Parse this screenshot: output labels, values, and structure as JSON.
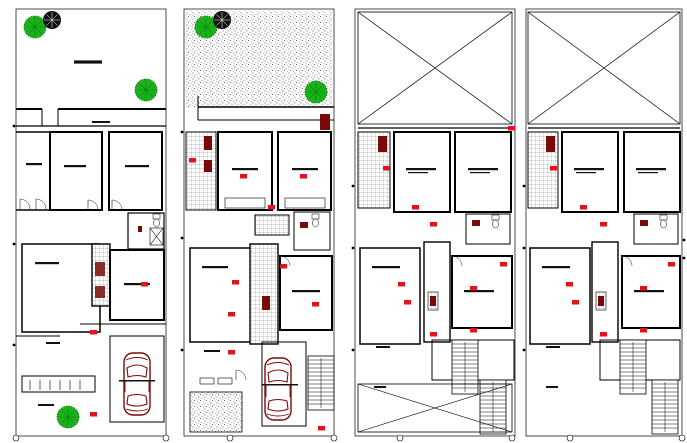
{
  "drawing": {
    "background": "#ffffff",
    "line_color": "#111111",
    "wall_color": "#000000",
    "accent_red": "#e8101a",
    "dark_red": "#7a0a0a",
    "tree_green": "#19b319",
    "plans": [
      {
        "id": "plan-1",
        "kind": "ground-floor-site"
      },
      {
        "id": "plan-2",
        "kind": "ground-floor-furnished"
      },
      {
        "id": "plan-3",
        "kind": "upper-floor"
      },
      {
        "id": "plan-4",
        "kind": "upper-floor-repeat"
      }
    ],
    "icons": [
      "tree-icon",
      "car-icon",
      "stair-icon",
      "open-to-below-icon",
      "grid-bubble-icon"
    ]
  }
}
